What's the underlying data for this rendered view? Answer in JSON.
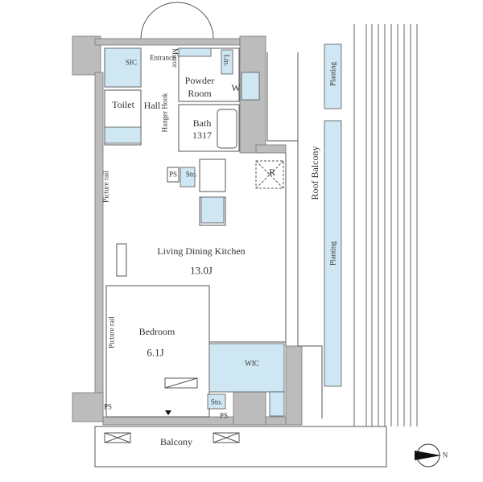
{
  "rooms": {
    "sic": "SIC",
    "entrance": "Entrance",
    "mirror": "Mirror",
    "linen": "Lin.",
    "powder_room_1": "Powder",
    "powder_room_2": "Room",
    "washer": "W",
    "toilet": "Toilet",
    "hall": "Hall",
    "hanger_hook": "Hanger Hook",
    "bath": "Bath",
    "bath_size": "1317",
    "ps_top": "PS",
    "storage_top": "Sto.",
    "refrigerator": "R",
    "picture_rail_ldk": "Picture rail",
    "ldk": "Living Dining Kitchen",
    "ldk_size": "13.0J",
    "roof_balcony": "Roof Balcony",
    "planting_top": "Planting",
    "planting_main": "Planting",
    "bedroom": "Bedroom",
    "bedroom_size": "6.1J",
    "picture_rail_bedroom": "Picture rail",
    "wic": "WIC",
    "storage_bottom": "Sto.",
    "ps_left": "PS",
    "ps_bottom": "PS",
    "balcony": "Balcony",
    "compass_n": "N"
  },
  "colors": {
    "wall": "#bcbcbc",
    "fixture": "#cfe6f3",
    "line": "#555555"
  }
}
